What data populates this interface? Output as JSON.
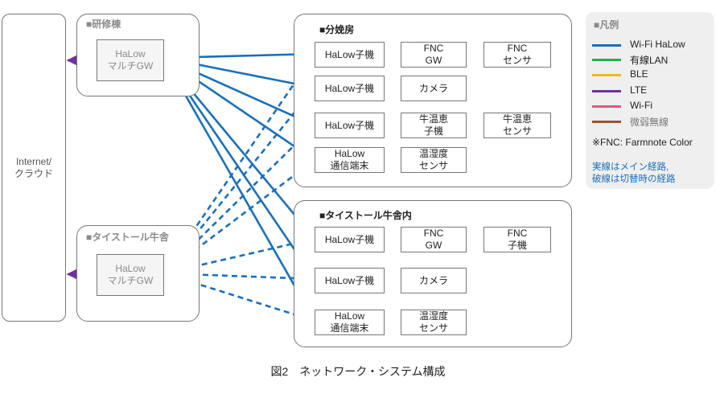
{
  "internet": "Internet/\nクラウド",
  "kenshu": {
    "title": "■研修棟",
    "gw": "HaLow\nマルチGW"
  },
  "taistall_left": {
    "title": "■タイストール牛舎",
    "gw": "HaLow\nマルチGW"
  },
  "bunben": {
    "title": "■分娩房",
    "row1": {
      "a": "HaLow子機",
      "b": "FNC\nGW",
      "c": "FNC\nセンサ"
    },
    "row2": {
      "a": "HaLow子機",
      "b": "カメラ"
    },
    "row3": {
      "a": "HaLow子機",
      "b": "牛温恵\n子機",
      "c": "牛温恵\nセンサ"
    },
    "row4": {
      "a": "HaLow\n通信端末",
      "b": "温湿度\nセンサ"
    }
  },
  "taistall_right": {
    "title": "■タイストール牛舎内",
    "row1": {
      "a": "HaLow子機",
      "b": "FNC\nGW",
      "c": "FNC\n子機"
    },
    "row2": {
      "a": "HaLow子機",
      "b": "カメラ"
    },
    "row3": {
      "a": "HaLow\n通信端末",
      "b": "温湿度\nセンサ"
    }
  },
  "legend": {
    "title": "■凡例",
    "items": [
      {
        "label": "Wi-Fi HaLow",
        "color": "#1a6fb8"
      },
      {
        "label": "有線LAN",
        "color": "#20b050"
      },
      {
        "label": "BLE",
        "color": "#f0b820"
      },
      {
        "label": "LTE",
        "color": "#7030a0"
      },
      {
        "label": "Wi-Fi",
        "color": "#f05080"
      },
      {
        "label": "微弱無線",
        "color": "#a0522d"
      }
    ],
    "note": "※FNC: Farmnote Color",
    "note2": "実線はメイン経路,\n破線は切替時の経路"
  },
  "caption": "図2　ネットワーク・システム構成"
}
